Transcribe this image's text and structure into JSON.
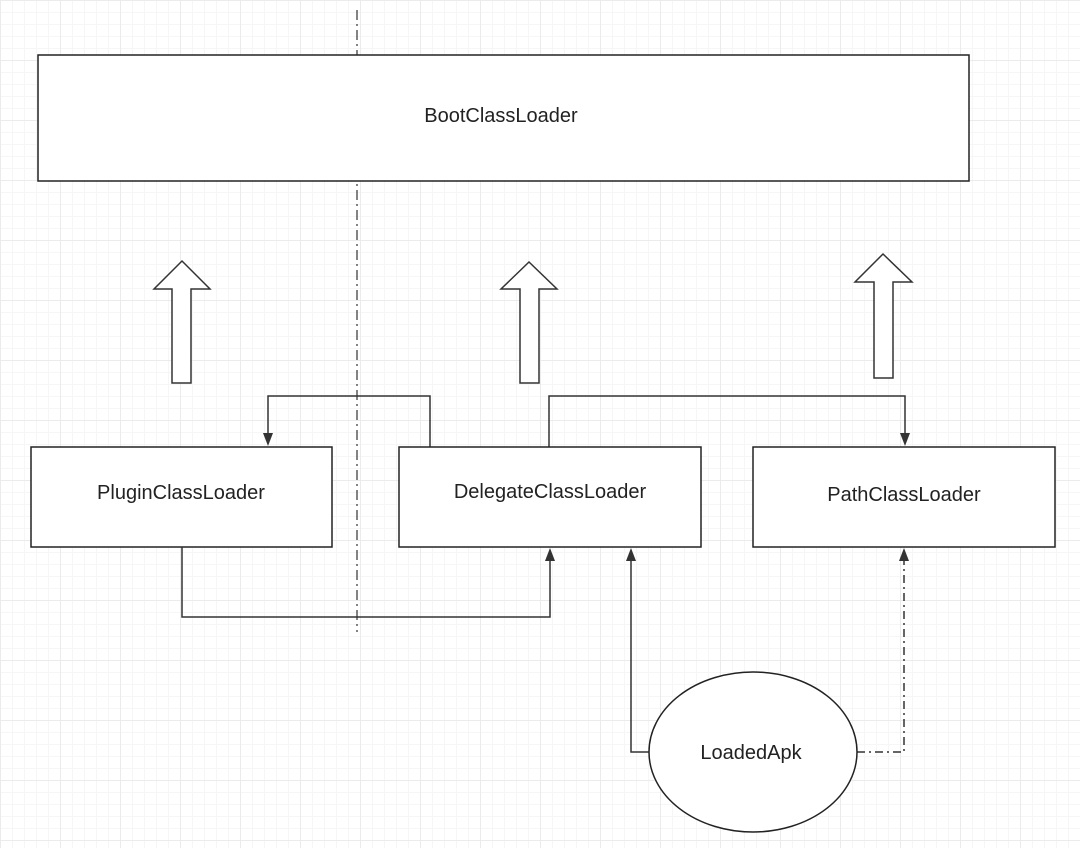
{
  "nodes": {
    "boot": "BootClassLoader",
    "plugin": "PluginClassLoader",
    "delegate": "DelegateClassLoader",
    "path": "PathClassLoader",
    "loaded_apk": "LoadedApk"
  },
  "colors": {
    "stroke": "#333333",
    "text": "#222222",
    "grid_major": "#ebebeb",
    "grid_minor": "#f6f6f6"
  }
}
